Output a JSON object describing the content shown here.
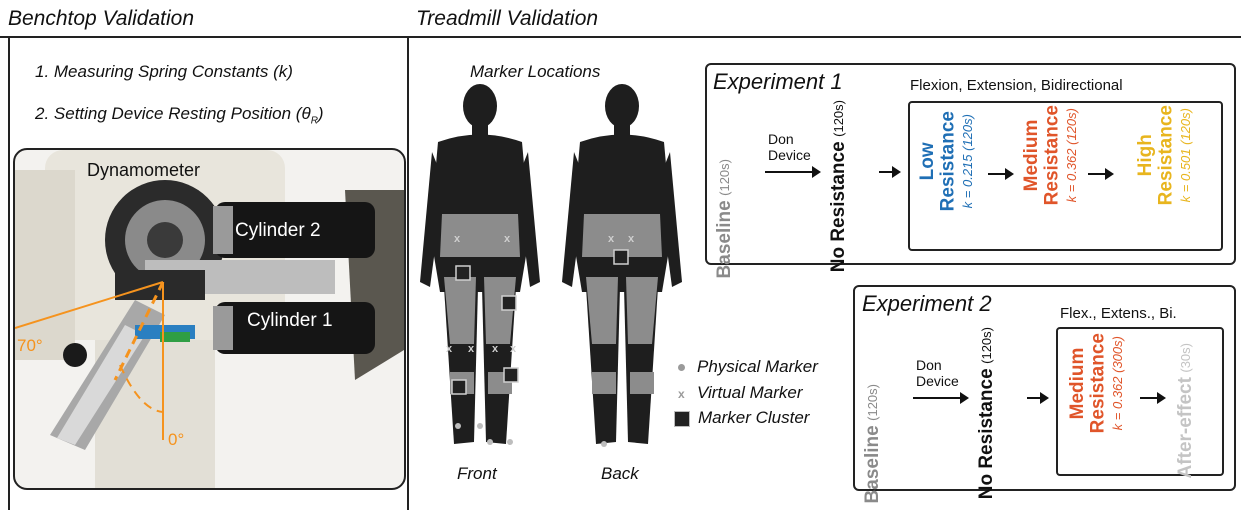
{
  "bench": {
    "title": "Benchtop Validation",
    "step1": "1. Measuring Spring Constants (k)",
    "step2": "2. Setting Device Resting Position (θR)",
    "dynamometer": "Dynamometer",
    "cyl2": "Cylinder 2",
    "cyl1": "Cylinder 1",
    "angle70": "70°",
    "angle0": "0°"
  },
  "tread": {
    "title": "Treadmill Validation",
    "markers_title": "Marker Locations",
    "front": "Front",
    "back": "Back",
    "legend": {
      "physical": "Physical Marker",
      "virtual": "Virtual Marker",
      "cluster": "Marker Cluster"
    }
  },
  "exp1": {
    "title": "Experiment 1",
    "subtitle": "Flexion, Extension, Bidirectional",
    "baseline": "Baseline",
    "baseline_t": "(120s)",
    "don": "Don Device",
    "nores": "No Resistance",
    "nores_t": "(120s)",
    "low_1": "Low",
    "low_2": "Resistance",
    "low_k": "k = 0.215 (120s)",
    "med_1": "Medium",
    "med_2": "Resistance",
    "med_k": "k = 0.362 (120s)",
    "high_1": "High",
    "high_2": "Resistance",
    "high_k": "k = 0.501 (120s)"
  },
  "exp2": {
    "title": "Experiment 2",
    "subtitle": "Flex., Extens., Bi.",
    "baseline": "Baseline",
    "baseline_t": "(120s)",
    "don": "Don Device",
    "nores": "No Resistance",
    "nores_t": "(120s)",
    "med_1": "Medium",
    "med_2": "Resistance",
    "med_k": "k = 0.362 (300s)",
    "after": "After-effect",
    "after_t": "(30s)"
  },
  "colors": {
    "gray": "#8a8a8a",
    "lightgray": "#c4c4c4",
    "blue": "#1f6fb5",
    "orange": "#e0552a",
    "yellow": "#e8b51e",
    "angle": "#f5931e"
  }
}
